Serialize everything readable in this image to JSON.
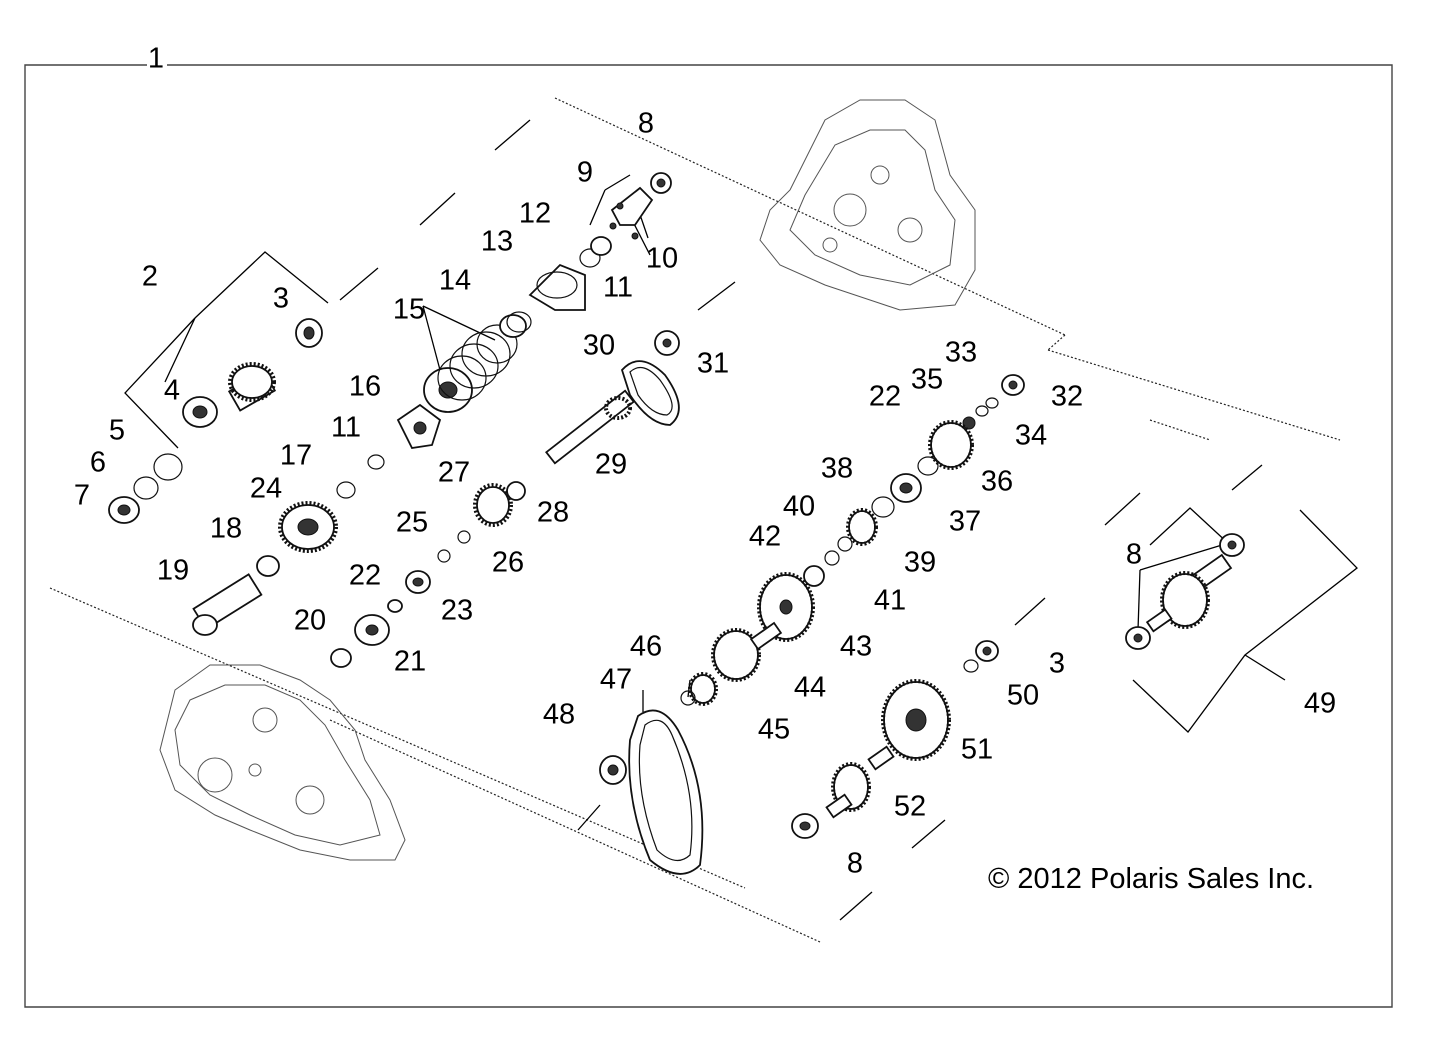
{
  "copyright": "© 2012 Polaris Sales Inc.",
  "callouts": [
    "1",
    "2",
    "3",
    "4",
    "5",
    "6",
    "7",
    "8",
    "9",
    "10",
    "11",
    "12",
    "13",
    "14",
    "15",
    "16",
    "17",
    "11",
    "18",
    "19",
    "20",
    "21",
    "22",
    "23",
    "24",
    "25",
    "26",
    "27",
    "28",
    "29",
    "30",
    "31",
    "32",
    "33",
    "34",
    "35",
    "22",
    "36",
    "37",
    "38",
    "39",
    "40",
    "41",
    "42",
    "43",
    "44",
    "45",
    "46",
    "47",
    "48",
    "8",
    "3",
    "50",
    "51",
    "52",
    "8",
    "49"
  ]
}
